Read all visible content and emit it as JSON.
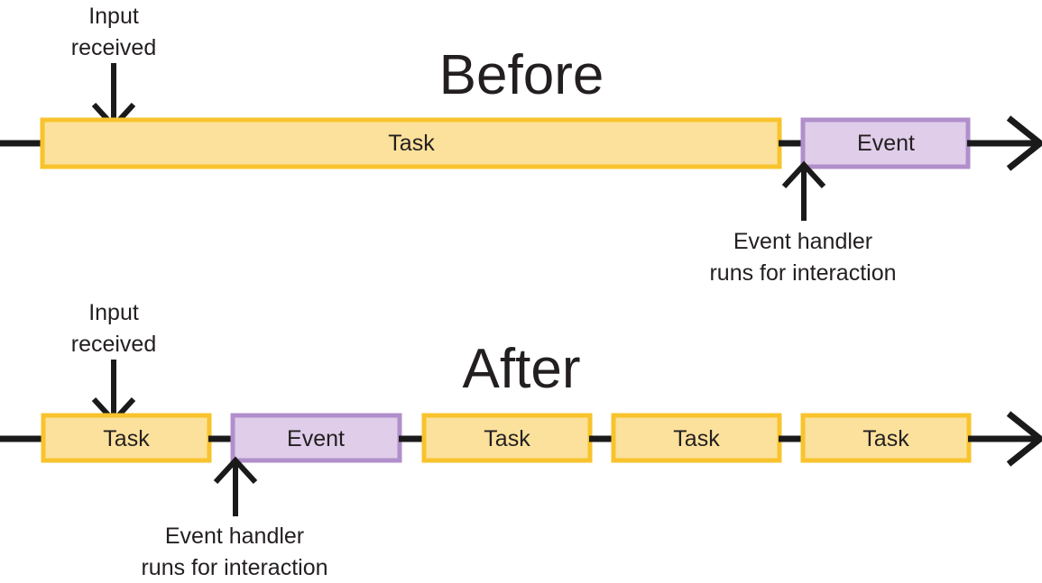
{
  "figure": {
    "title_before": "Before",
    "title_after": "After",
    "background": "#ffffff",
    "task_fill": "#fce19c",
    "task_stroke": "#f8c32c",
    "event_fill": "#dfcde9",
    "event_stroke": "#b18fcb",
    "line_color": "#1a1a1a",
    "text_color": "#231f20"
  },
  "before": {
    "heading": "Before",
    "input_annotation_line1": "Input",
    "input_annotation_line2": "received",
    "handler_annotation_line1": "Event handler",
    "handler_annotation_line2": "runs for interaction",
    "blocks": [
      {
        "label": "Task",
        "type": "task"
      },
      {
        "label": "Event",
        "type": "event"
      }
    ]
  },
  "after": {
    "heading": "After",
    "input_annotation_line1": "Input",
    "input_annotation_line2": "received",
    "handler_annotation_line1": "Event handler",
    "handler_annotation_line2": "runs for interaction",
    "blocks": [
      {
        "label": "Task",
        "type": "task"
      },
      {
        "label": "Event",
        "type": "event"
      },
      {
        "label": "Task",
        "type": "task"
      },
      {
        "label": "Task",
        "type": "task"
      },
      {
        "label": "Task",
        "type": "task"
      }
    ]
  }
}
